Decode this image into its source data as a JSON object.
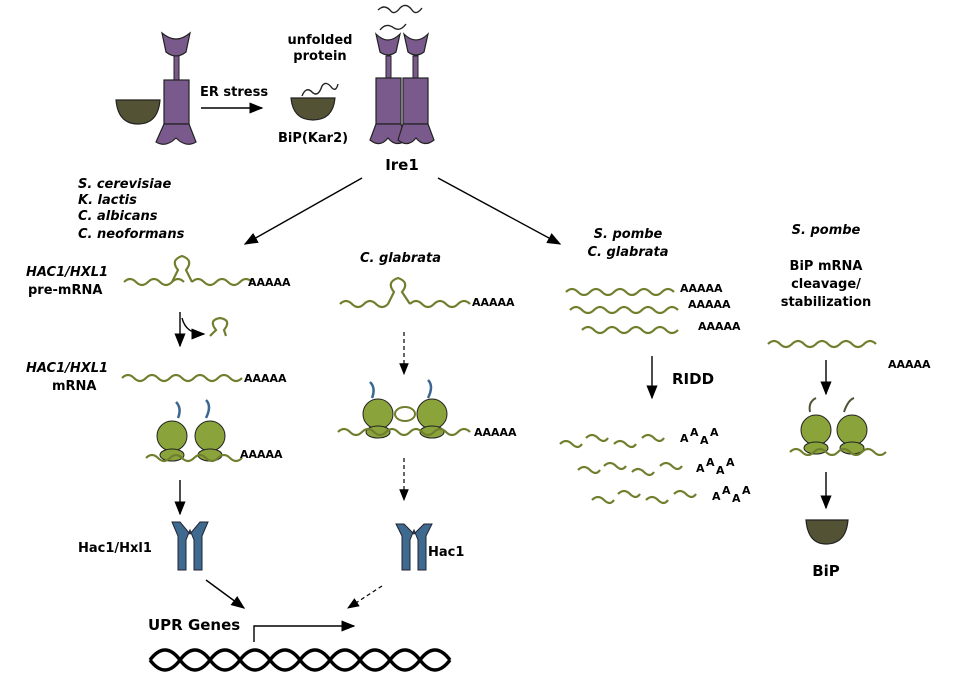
{
  "labels": {
    "unfolded_protein": [
      "unfolded",
      "protein"
    ],
    "er_stress": "ER stress",
    "bip_kar2": "BiP(Kar2)",
    "ire1": "Ire1",
    "species_left": [
      "S. cerevisiae",
      "K. lactis",
      "C. albicans",
      "C. neoformans"
    ],
    "species_mid": "C. glabrata",
    "species_ridd": [
      "S. pombe",
      "C. glabrata"
    ],
    "species_right": "S. pombe",
    "pre_mrna": [
      "HAC1/HXL1",
      "pre-mRNA"
    ],
    "mrna": [
      "HAC1/HXL1",
      "mRNA"
    ],
    "bip_mrna": [
      "BiP mRNA",
      "cleavage/",
      "stabilization"
    ],
    "ridd": "RIDD",
    "hac1_hxl1": "Hac1/Hxl1",
    "hac1": "Hac1",
    "upr_genes": "UPR Genes",
    "bip": "BiP",
    "polyA": "AAAAA",
    "polyA_frag": [
      "A",
      "A",
      "A",
      "A"
    ]
  },
  "colors": {
    "receptor": "#7a5a8c",
    "bip_cup": "#545234",
    "rna": "#6f7f2e",
    "ribosome": "#8aa33a",
    "tf": "#3f6a8f",
    "tail": "#3b6790"
  }
}
